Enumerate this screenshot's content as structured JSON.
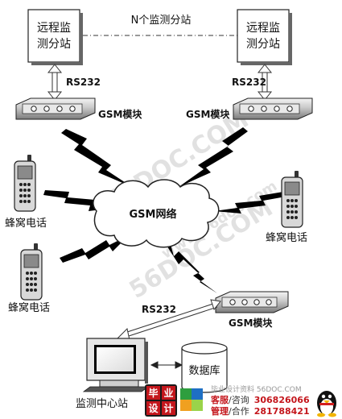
{
  "station_left": {
    "line1": "远程监",
    "line2": "测分站"
  },
  "station_right": {
    "line1": "远程监",
    "line2": "测分站"
  },
  "n_stations_label": "N个监测分站",
  "rs232_left": "RS232",
  "rs232_right": "RS232",
  "rs232_center": "RS232",
  "gsm_module_left": "GSM模块",
  "gsm_module_right": "GSM模块",
  "gsm_module_bottom": "GSM模块",
  "gsm_network": "GSM网络",
  "phone_upper_left": "蜂窝电话",
  "phone_lower_left": "蜂窝电话",
  "phone_right": "蜂窝电话",
  "database": "数据库",
  "monitoring_center": "监测中心站",
  "watermark_1": "56DOC.COM",
  "watermark_2": "www.56doc.com",
  "watermark_3": "56DOC.COM",
  "footer": {
    "logo_char_1": "毕",
    "logo_char_2": "业",
    "logo_char_3": "设",
    "logo_char_4": "计",
    "tagline": "毕业设计资料 56DOC.COM",
    "line1_prefix": "客服",
    "line1_suffix": "/咨询",
    "line1_qq": "306826066",
    "line2_prefix": "管理",
    "line2_suffix": "/合作",
    "line2_qq": "281788421"
  }
}
